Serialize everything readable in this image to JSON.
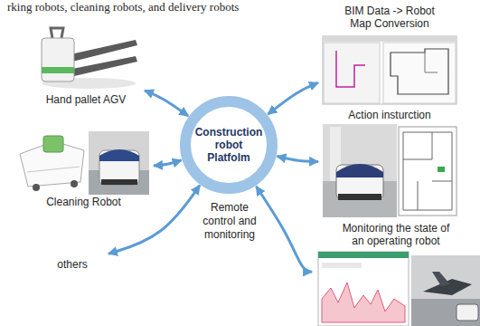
{
  "diagram": {
    "nodes": [
      {
        "text": [
          "Construction robot Platfolm"
        ]
      },
      {
        "text": [
          "Hand pallet AGV"
        ]
      },
      {
        "text": [
          "Cleaning Robot"
        ]
      },
      {
        "text": [
          "others"
        ]
      },
      {
        "text": [
          "BIM Data -> Robot Map Conversion"
        ]
      },
      {
        "text": [
          "Action insturction"
        ]
      },
      {
        "text": [
          "Monitoring the state of an operating robot"
        ]
      }
    ],
    "edges": [
      {
        "from": 0,
        "to": 1,
        "arrow": "both"
      },
      {
        "from": 0,
        "to": 2,
        "arrow": "both"
      },
      {
        "from": 0,
        "to": 3,
        "arrow": "both"
      },
      {
        "from": 0,
        "to": 4,
        "arrow": "both"
      },
      {
        "from": 0,
        "to": 5,
        "arrow": "both"
      },
      {
        "from": 0,
        "to": 6,
        "arrow": "both"
      }
    ],
    "labels": [
      "rking robots, cleaning robots, and delivery robots",
      "Remote control and monitoring"
    ]
  }
}
